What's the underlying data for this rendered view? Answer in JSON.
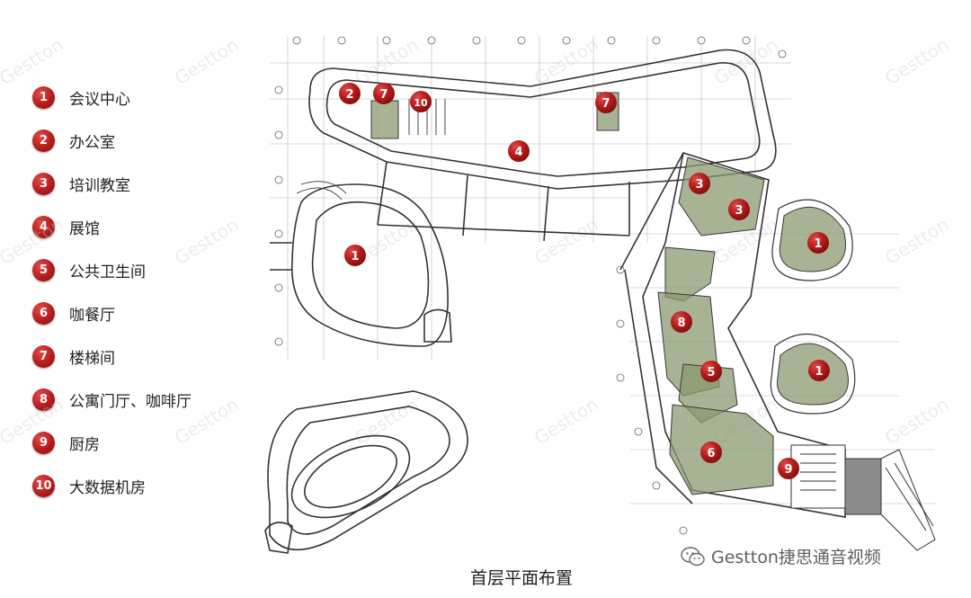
{
  "legend": [
    {
      "num": "1",
      "label": "会议中心"
    },
    {
      "num": "2",
      "label": "办公室"
    },
    {
      "num": "3",
      "label": "培训教室"
    },
    {
      "num": "4",
      "label": "展馆"
    },
    {
      "num": "5",
      "label": "公共卫生间"
    },
    {
      "num": "6",
      "label": "咖餐厅"
    },
    {
      "num": "7",
      "label": "楼梯间"
    },
    {
      "num": "8",
      "label": "公寓门厅、咖啡厅"
    },
    {
      "num": "9",
      "label": "厨房"
    },
    {
      "num": "10",
      "label": "大数据机房"
    }
  ],
  "markers": [
    "2",
    "7",
    "10",
    "7",
    "4",
    "3",
    "3",
    "1",
    "1",
    "8",
    "5",
    "1",
    "6",
    "9"
  ],
  "caption": "首层平面布置",
  "brand": "Gestton捷思通音视频",
  "watermark": "Gestton",
  "colors": {
    "marker": "#b51c1c",
    "zone": "#8a9a70",
    "line": "#333333"
  }
}
